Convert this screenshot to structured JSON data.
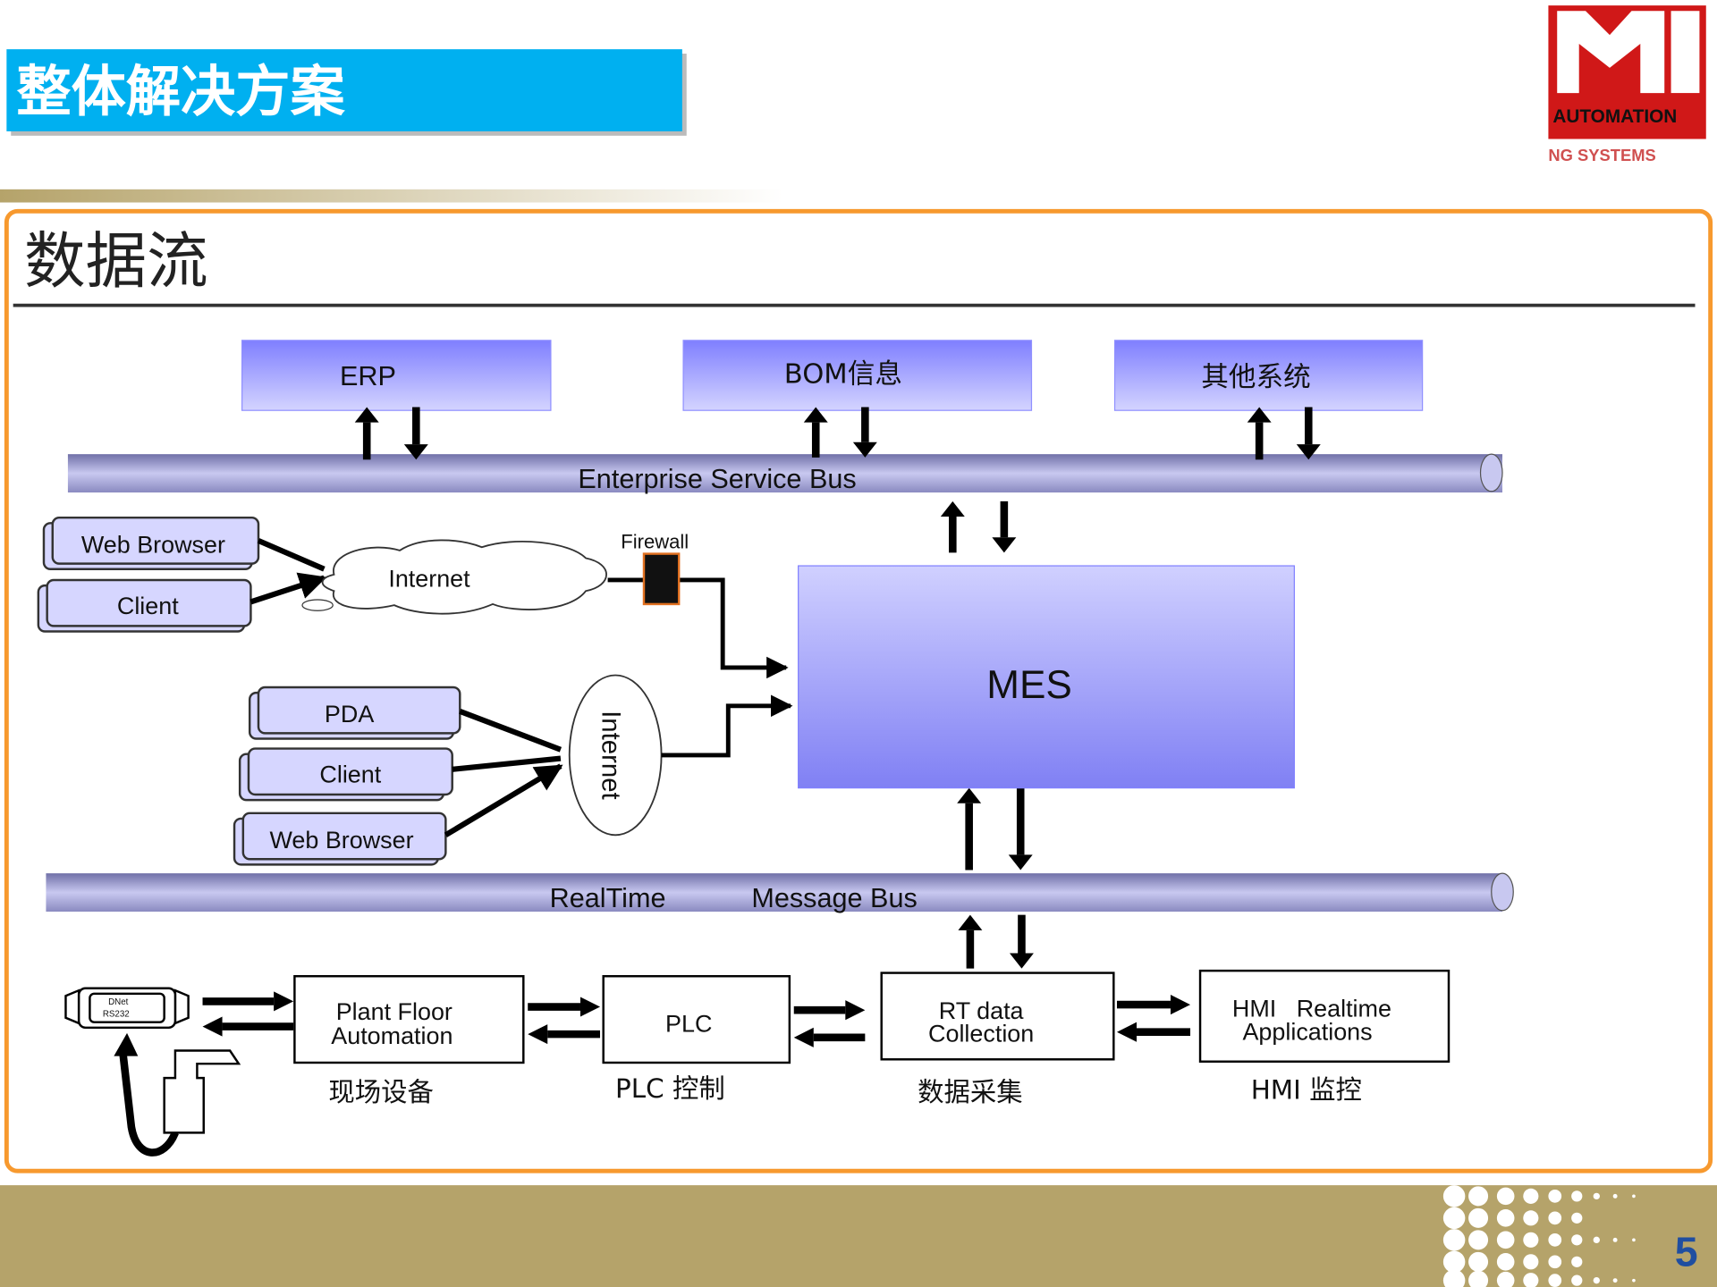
{
  "header": {
    "title": "整体解决方案",
    "page_number": "5"
  },
  "logo": {
    "text_main": "AUTOMATION",
    "text_sub": "NG SYSTEMS"
  },
  "section": {
    "title": "数据流"
  },
  "colors": {
    "title_bar": "#00b0f0",
    "border": "#f7992e",
    "footer": "#b5a36a",
    "page_number": "#1f4ea0",
    "box_top": "#8080ff",
    "box_bottom": "#d0d0ff"
  },
  "diagram": {
    "top_systems": [
      "ERP",
      "BOM信息",
      "其他系统"
    ],
    "esb": "Enterprise Service Bus",
    "internet_clients": [
      "Web Browser",
      "Client"
    ],
    "cloud": "Internet",
    "firewall": "Firewall",
    "mes": "MES",
    "intranet_clients": [
      "PDA",
      "Client",
      "Web Browser"
    ],
    "intranet": "Internet",
    "rt_bus": [
      "RealTime",
      "Message Bus"
    ],
    "device": [
      "DNet",
      "RS232"
    ],
    "bottom_boxes": [
      {
        "lines": [
          "Plant Floor",
          "Automation"
        ],
        "caption": "现场设备"
      },
      {
        "lines": [
          "PLC"
        ],
        "caption": "PLC 控制"
      },
      {
        "lines": [
          "RT data",
          "Collection"
        ],
        "caption": "数据采集"
      },
      {
        "lines": [
          "HMI   Realtime",
          "Applications"
        ],
        "caption": "HMI 监控"
      }
    ]
  }
}
